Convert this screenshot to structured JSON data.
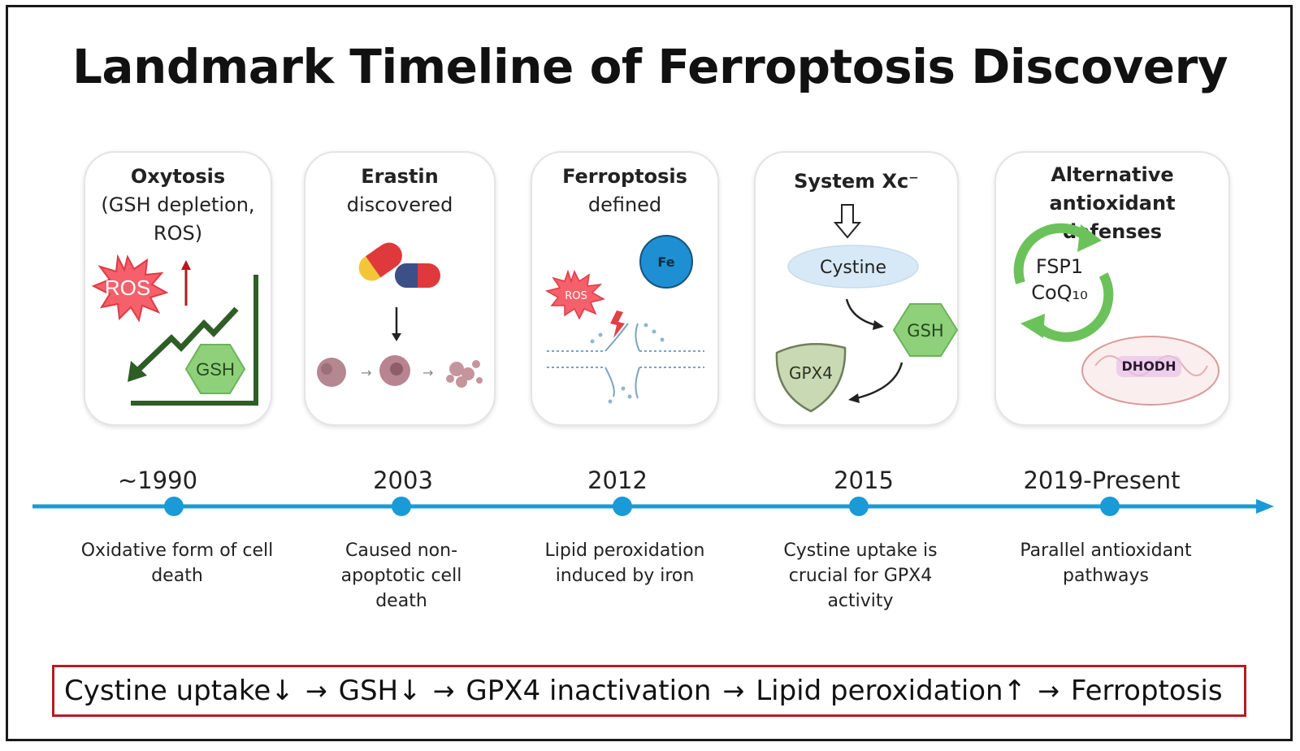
{
  "title": "Landmark Timeline of Ferroptosis Discovery",
  "colors": {
    "timeline": "#1a9ad6",
    "frame": "#1a1a1a",
    "pathway_border": "#b21e23"
  },
  "cards": [
    {
      "title_bold": "Oxytosis",
      "title_rest": "(GSH depletion, ROS)",
      "labels": {
        "ros": "ROS",
        "gsh": "GSH"
      }
    },
    {
      "title_bold": "Erastin",
      "title_rest": "discovered"
    },
    {
      "title_bold": "Ferroptosis",
      "title_rest": "defined",
      "labels": {
        "fe": "Fe",
        "ros": "ROS"
      }
    },
    {
      "title_bold": "System Xc⁻",
      "title_rest": "",
      "labels": {
        "cystine": "Cystine",
        "gsh": "GSH",
        "gpx4": "GPX4"
      }
    },
    {
      "title_bold": "Alternative antioxidant defenses",
      "title_rest": "",
      "labels": {
        "fsp1": "FSP1",
        "coq": "CoQ₁₀",
        "dhodh": "DHODH"
      }
    }
  ],
  "milestones": [
    {
      "year": "~1990",
      "description": "Oxidative form of cell death"
    },
    {
      "year": "2003",
      "description": "Caused non-apoptotic cell death"
    },
    {
      "year": "2012",
      "description": "Lipid peroxidation induced by iron"
    },
    {
      "year": "2015",
      "description": "Cystine uptake is crucial for GPX4 activity"
    },
    {
      "year": "2019-Present",
      "description": "Parallel antioxidant pathways"
    }
  ],
  "pathway": [
    "Cystine uptake↓",
    "→",
    "GSH↓",
    "→",
    "GPX4 inactivation",
    "→",
    "Lipid peroxidation↑",
    "→",
    "Ferroptosis"
  ]
}
